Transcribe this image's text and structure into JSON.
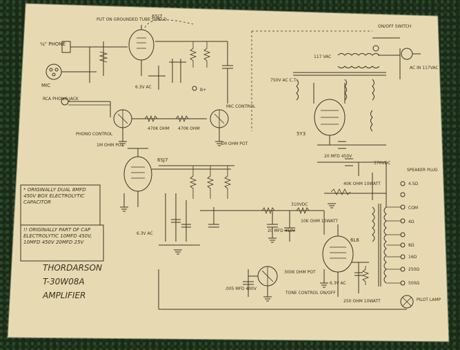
{
  "labels": {
    "phone_jack": "¼\" PHONE",
    "mic": "MIC",
    "rca_jack": "RCA PHONO JACK",
    "phono_control": "PHONO CONTROL",
    "pot_1m": "1M OHM POT",
    "mic_control": "MIC CONTROL",
    "pot_1m_b": "1M OHM POT",
    "tube_shield": "PUT ON GROUNDED TUBE SHIELD",
    "tube1": "6SJ7",
    "tube2": "6SJ7",
    "tube3": "6L6",
    "tube_rect": "5Y3",
    "fil_63v_1": "6.3V AC",
    "fil_63v_2": "6.3V AC",
    "fil_63v_3": "6.3V AC",
    "b_plus": "B+",
    "r_470k": "470K OHM",
    "r_470k_b": "470K OHM",
    "power_transformer": "750V AC C.T.",
    "onoff_switch": "ON/OFF SWITCH",
    "v_117": "117 VAC",
    "ac_in": "AC IN 117VAC",
    "speaker_plug": "SPEAKER PLUG",
    "tap_45": "4.5Ω",
    "tap_com": "COM",
    "tap_4": "4Ω",
    "tap_8": "8Ω",
    "tap_16": "16Ω",
    "tap_250": "250Ω",
    "tap_500": "500Ω",
    "v_370": "370VDC",
    "v_310": "310VDC",
    "r_10k": "10K OHM 10WATT",
    "r_40k": "40K OHM 10WATT",
    "cap_20": "20 MFD 450V",
    "cap_20b": "20 MFD 450V",
    "tone_pot": "300K OHM POT",
    "tone_control": "TONE CONTROL ON/OFF",
    "r_250": "250 OHM 10WATT",
    "cap_005": ".005 MFD 400V",
    "pilot_lamp": "PILOT LAMP",
    "note1": "* ORIGINALLY DUAL 8MFD 450V BOX ELECTROLYTIC CAPACITOR",
    "note2": "!! ORIGINALLY PART OF CAP ELECTROLYTIC 10MFD 450V, 10MFD 450V 20MFD 25V",
    "title_line1": "THORDARSON",
    "title_line2": "T-30W08A",
    "title_line3": "AMPLIFIER"
  },
  "colors": {
    "paper": "#e9dcb4",
    "ink": "#3b3226",
    "mat": "#1a2a18"
  }
}
